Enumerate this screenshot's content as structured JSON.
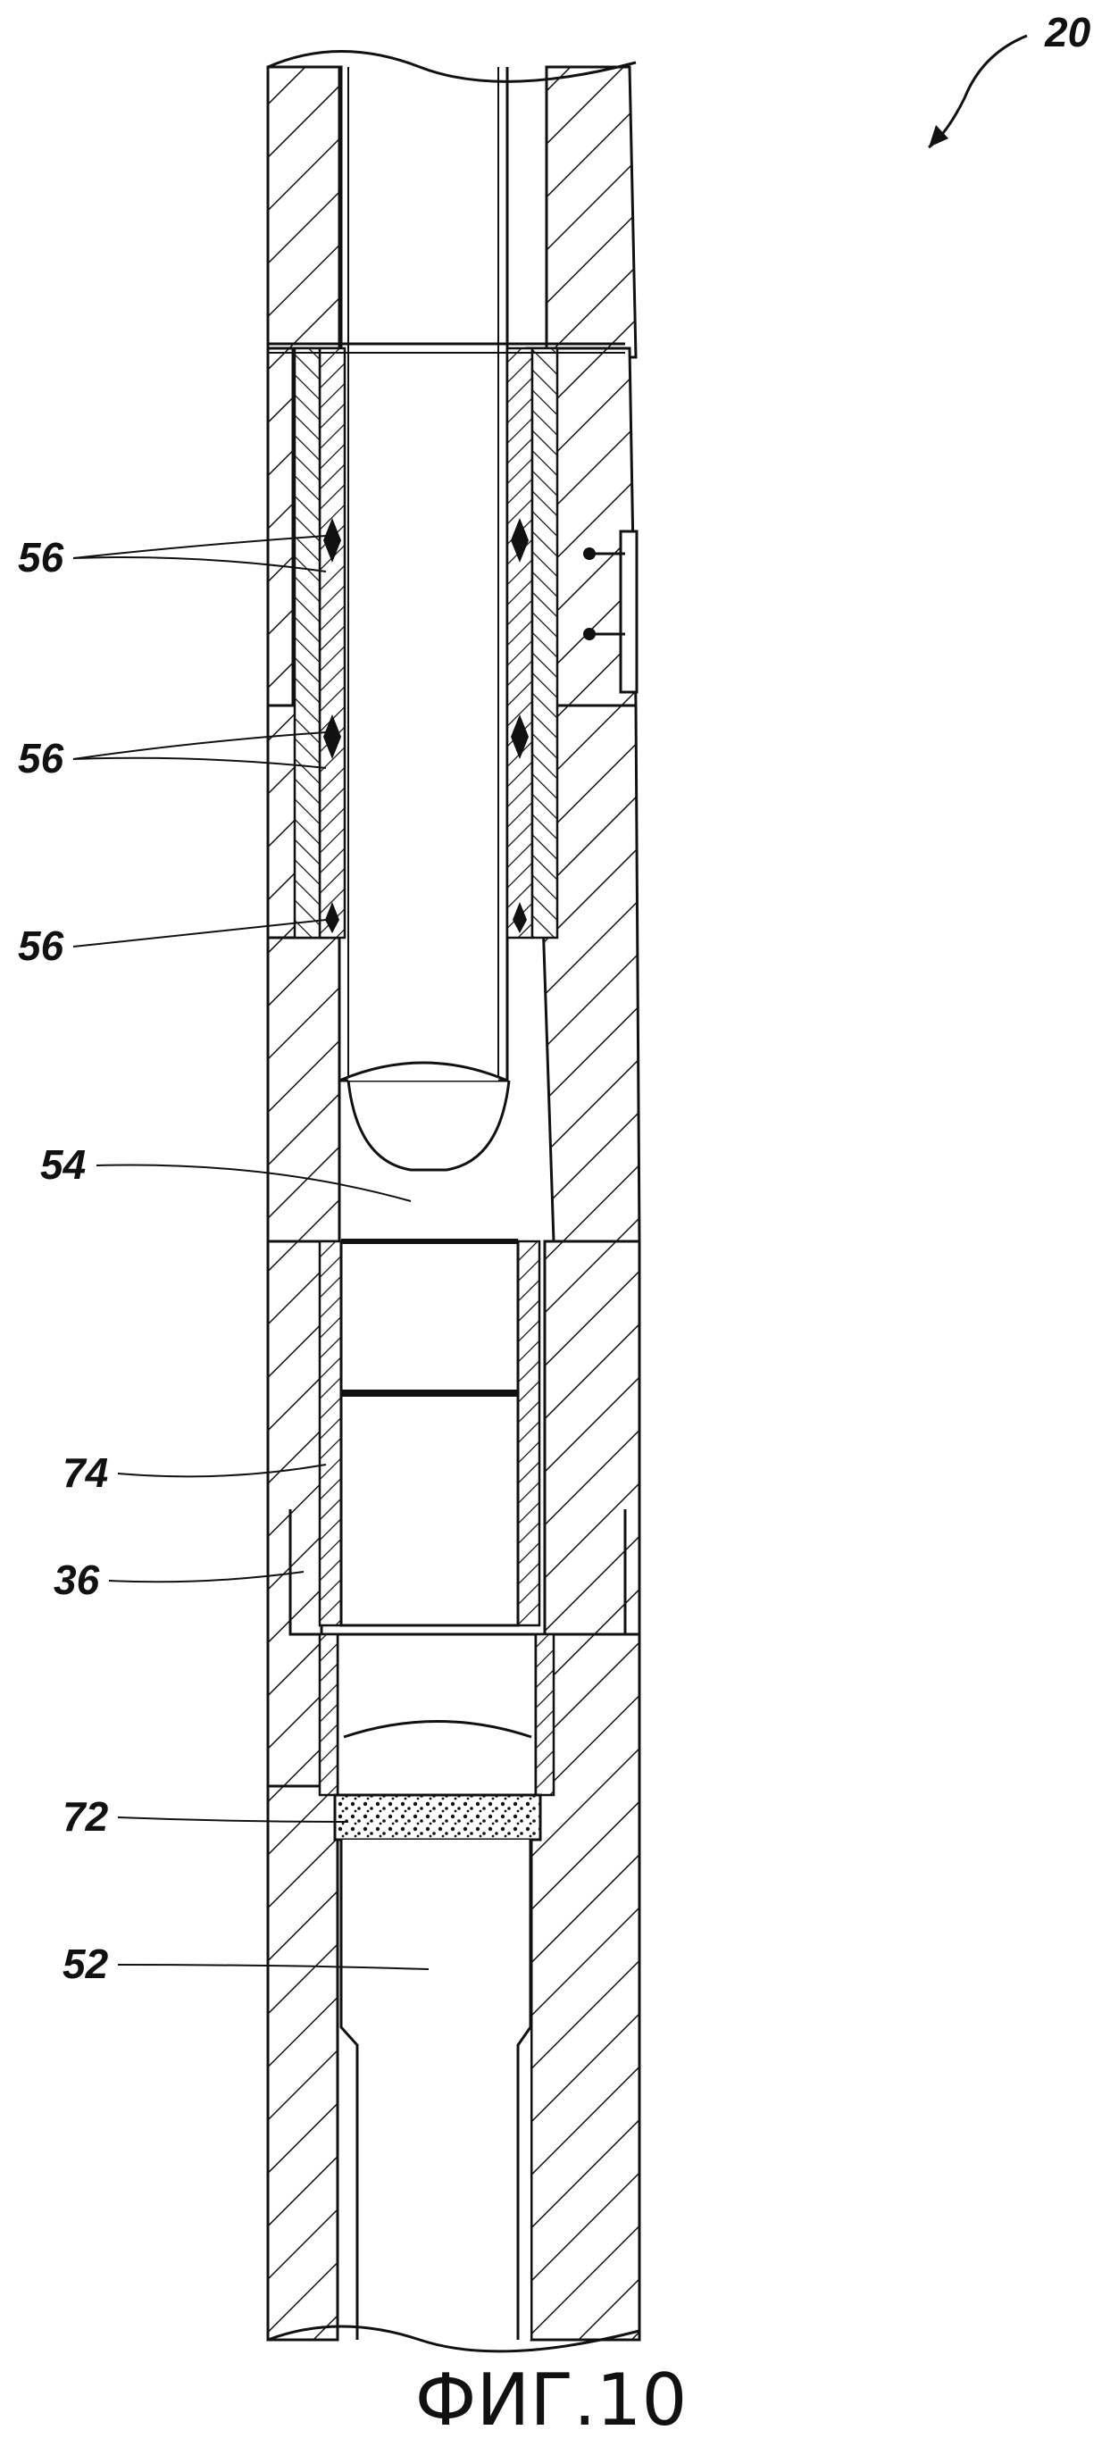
{
  "figure": {
    "assembly_ref": "20",
    "caption": "ФИГ.10",
    "callouts": [
      {
        "id": "56a",
        "text": "56"
      },
      {
        "id": "56b",
        "text": "56"
      },
      {
        "id": "56c",
        "text": "56"
      },
      {
        "id": "54",
        "text": "54"
      },
      {
        "id": "74",
        "text": "74"
      },
      {
        "id": "36",
        "text": "36"
      },
      {
        "id": "72",
        "text": "72"
      },
      {
        "id": "52",
        "text": "52"
      }
    ]
  }
}
